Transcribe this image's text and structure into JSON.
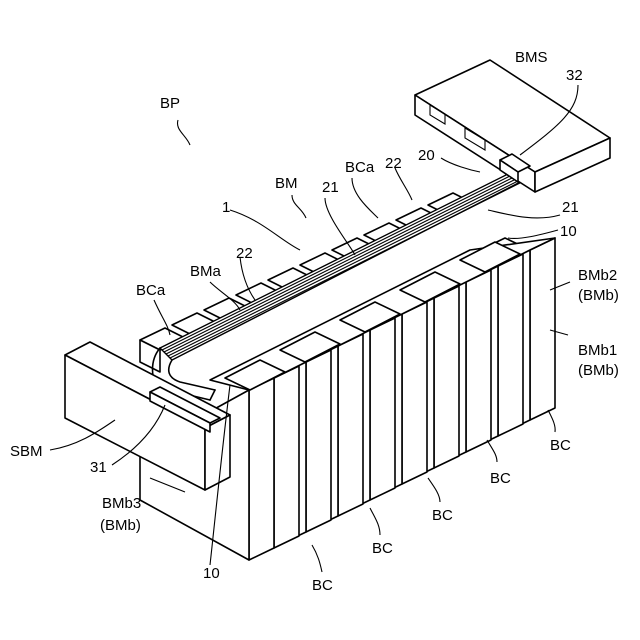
{
  "labels": {
    "bp": "BP",
    "bm": "BM",
    "bms": "BMS",
    "ref32": "32",
    "ref20": "20",
    "ref22_top": "22",
    "bca_top": "BCa",
    "ref21_top": "21",
    "ref1": "1",
    "ref21_right": "21",
    "ref10_right": "10",
    "ref22_left": "22",
    "bma": "BMa",
    "bca_left": "BCa",
    "bmb2": "BMb2",
    "bmb2_paren": "(BMb)",
    "bmb1": "BMb1",
    "bmb1_paren": "(BMb)",
    "sbm": "SBM",
    "ref31": "31",
    "bmb3": "BMb3",
    "bmb3_paren": "(BMb)",
    "ref10_bottom": "10",
    "bc1": "BC",
    "bc2": "BC",
    "bc3": "BC",
    "bc4": "BC",
    "bc5": "BC"
  }
}
